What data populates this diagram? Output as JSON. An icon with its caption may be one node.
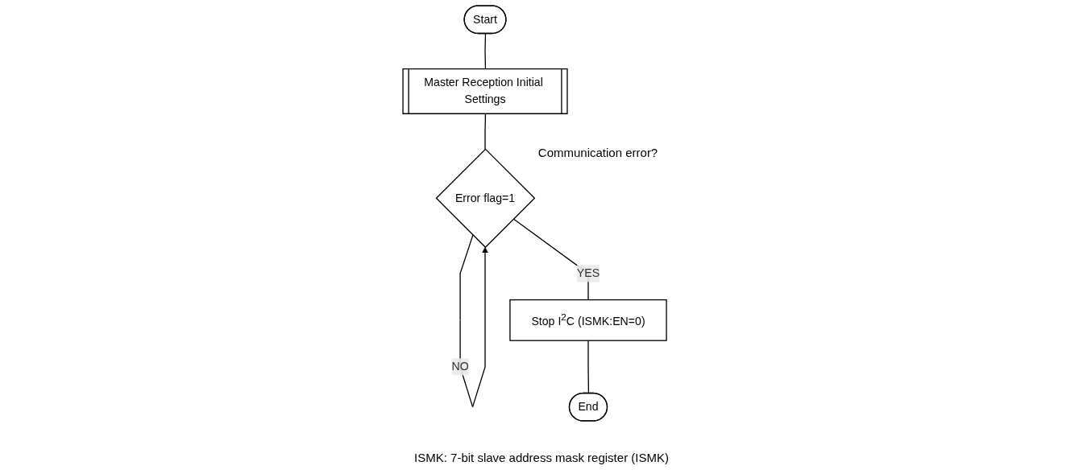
{
  "diagram": {
    "nodes": [
      {
        "text": [
          "Start"
        ]
      },
      {
        "text": [
          "Master Reception Initial Settings"
        ]
      },
      {
        "text": [
          "Error flag=1"
        ],
        "beside": [
          "Communication error?"
        ]
      },
      {
        "text": [
          "Stop I$^{2}$C (ISMK:EN=0)"
        ]
      },
      {
        "text": [
          "End"
        ]
      }
    ],
    "edges": [
      {
        "from": 0,
        "to": 1,
        "arrow": "none"
      },
      {
        "from": 1,
        "to": 2,
        "arrow": "none"
      },
      {
        "from": 2,
        "to": 2,
        "arrow": "to",
        "label": "NO"
      },
      {
        "from": 2,
        "to": 3,
        "arrow": "none",
        "label": "YES"
      },
      {
        "from": 3,
        "to": 4,
        "arrow": "none"
      }
    ],
    "labels": [
      "ISMK: 7-bit slave address mask register (ISMK)"
    ]
  }
}
